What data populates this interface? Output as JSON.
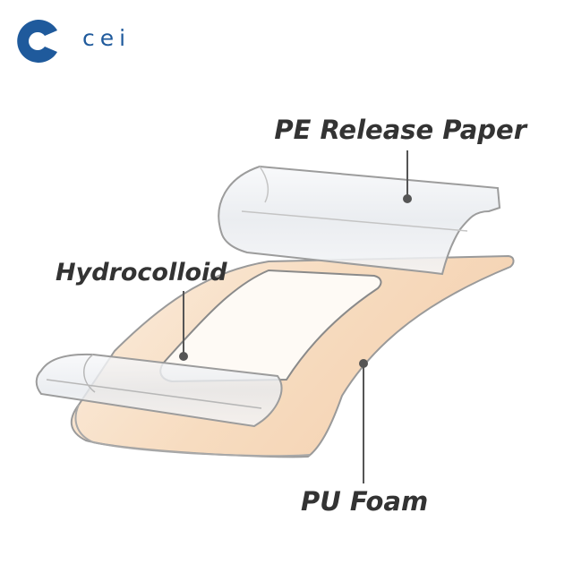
{
  "brand": {
    "name": "cei",
    "mark_icon": "cei-logo-mark",
    "color": "#1f5a9c"
  },
  "labels": {
    "pe_release_paper": "PE Release Paper",
    "hydrocolloid": "Hydrocolloid",
    "pu_foam": "PU Foam"
  },
  "colors": {
    "foam": "#f7ddc3",
    "hydrocolloid": "#fdf6ef",
    "release_paper": "#eef0f3",
    "outline": "#8b8b8b",
    "leader_line": "#555555"
  }
}
